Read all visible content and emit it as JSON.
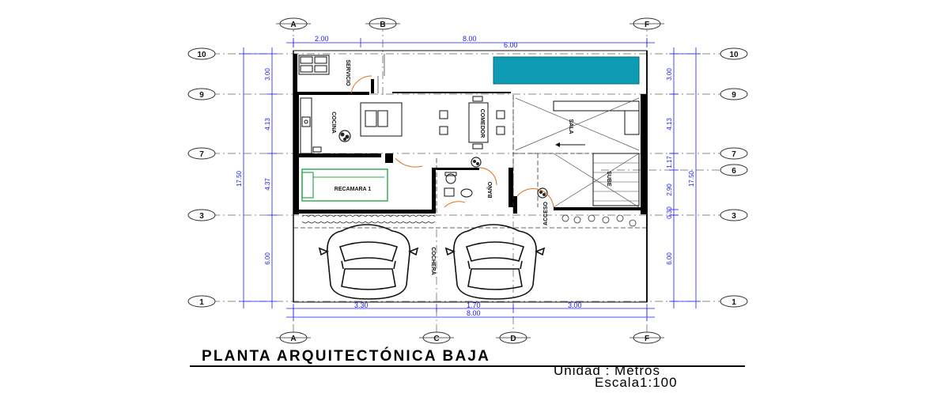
{
  "title": "PLANTA ARQUITECTÓNICA BAJA",
  "unit_label": "Unidad : Metros",
  "scale_label": "Escala1:100",
  "grid_columns": {
    "a": "A",
    "b": "B",
    "c": "C",
    "d": "D",
    "f": "F"
  },
  "grid_rows": {
    "r10": "10",
    "r9": "9",
    "r7": "7",
    "r6": "6",
    "r3": "3",
    "r1": "1"
  },
  "top_dimensions": {
    "d1": "2.00",
    "overall": "8.00",
    "d2": "6.00"
  },
  "bottom_dimensions": {
    "d1": "3.30",
    "d2": "1.70",
    "d3": "3.00",
    "overall": "8.00"
  },
  "left_dimensions": {
    "total": "17.50",
    "d1": "3.00",
    "d2": "4.13",
    "d3": "4.37",
    "d4": "6.00"
  },
  "right_dimensions": {
    "total": "17.50",
    "d1": "3.00",
    "d2": "4.13",
    "d3": "1.17",
    "d4": "2.90",
    "d5": "0.30",
    "d6": "6.00"
  },
  "rooms": {
    "servicio": "SERVICIO",
    "cocina": "COCINA",
    "comedor": "COMEDOR",
    "sala": "SALA",
    "recamara": "RECAMARA 1",
    "bano": "BAÑO",
    "acceso": "ACCESO",
    "cochera": "COCHERA",
    "sube": "SUBE"
  },
  "colors": {
    "pool": "#0e9bb3",
    "dimensions": "#1a1aff",
    "bed": "#2aa84a"
  }
}
